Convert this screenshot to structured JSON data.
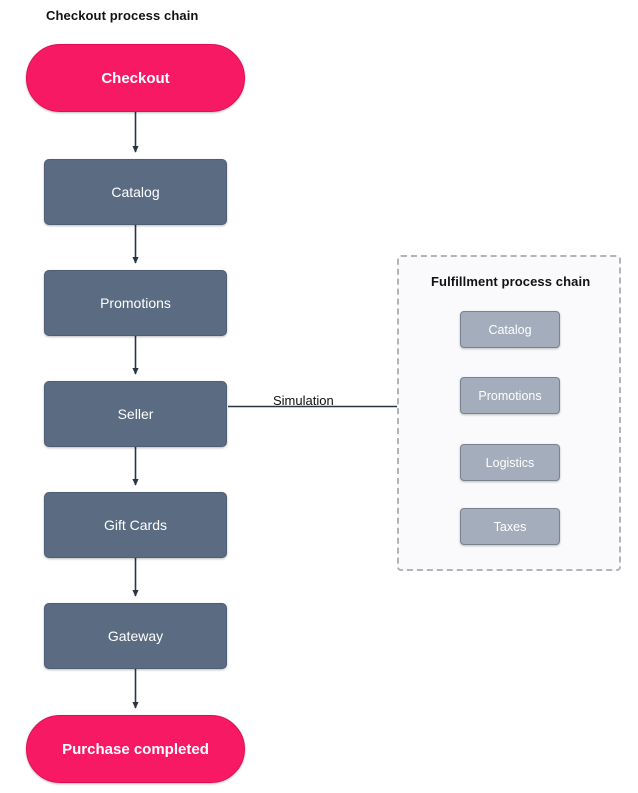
{
  "diagram": {
    "type": "flowchart",
    "background": "#ffffff",
    "colors": {
      "terminal_fill": "#f71963",
      "terminal_stroke": "#e00d55",
      "process_fill": "#5a6b82",
      "process_stroke": "#4e5e73",
      "subprocess_fill": "#a3adbb",
      "subprocess_stroke": "#79838f",
      "edge": "#2a3442",
      "panel_background": "#fafafc",
      "panel_border": "#b4b4b4",
      "title_text": "#121212",
      "node_text": "#ffffff"
    }
  },
  "checkout_chain": {
    "title": "Checkout process chain",
    "nodes": [
      {
        "id": "checkout",
        "label": "Checkout",
        "shape": "terminal"
      },
      {
        "id": "catalog",
        "label": "Catalog",
        "shape": "process"
      },
      {
        "id": "promotions",
        "label": "Promotions",
        "shape": "process"
      },
      {
        "id": "seller",
        "label": "Seller",
        "shape": "process"
      },
      {
        "id": "giftcards",
        "label": "Gift Cards",
        "shape": "process"
      },
      {
        "id": "gateway",
        "label": "Gateway",
        "shape": "process"
      },
      {
        "id": "purchase",
        "label": "Purchase completed",
        "shape": "terminal"
      }
    ]
  },
  "fulfillment_chain": {
    "title": "Fulfillment process chain",
    "nodes": [
      {
        "id": "f-catalog",
        "label": "Catalog"
      },
      {
        "id": "f-promotions",
        "label": "Promotions"
      },
      {
        "id": "f-logistics",
        "label": "Logistics"
      },
      {
        "id": "f-taxes",
        "label": "Taxes"
      }
    ]
  },
  "edges": {
    "simulation_label": "Simulation"
  }
}
